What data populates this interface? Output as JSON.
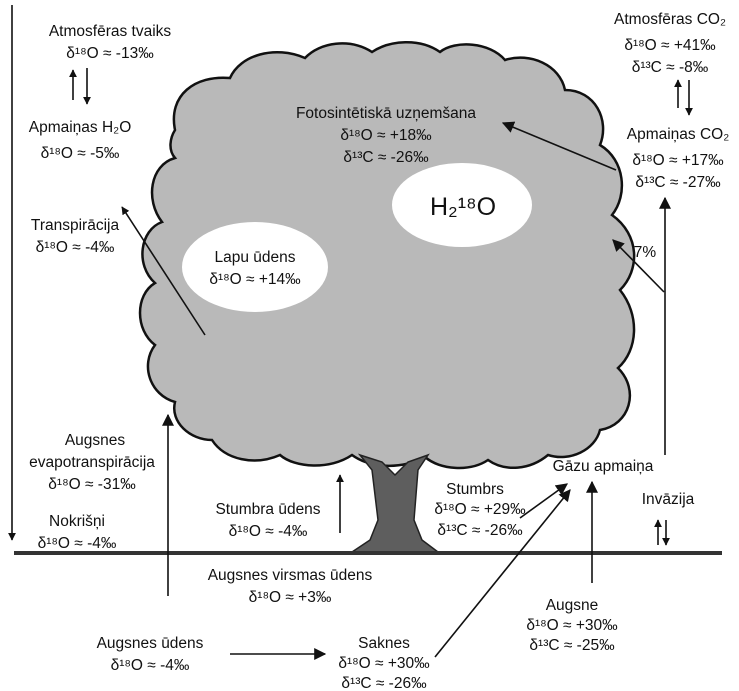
{
  "labels": {
    "atm_vapor": {
      "title": "Atmosfēras tvaiks",
      "value": "δ¹⁸O ≈ -13‰"
    },
    "h2o_exchange": {
      "title": "Apmaiņas H₂O",
      "value": "δ¹⁸O ≈ -5‰"
    },
    "transpiration": {
      "title": "Transpirācija",
      "value": "δ¹⁸O ≈ -4‰"
    },
    "soil_evapotranspiration": {
      "title_1": "Augsnes",
      "title_2": "evapotranspirācija",
      "value": "δ¹⁸O ≈ -31‰"
    },
    "precipitation": {
      "title": "Nokrišņi",
      "value": "δ¹⁸O ≈ -4‰"
    },
    "stem_water": {
      "title": "Stumbra ūdens",
      "value": "δ¹⁸O ≈ -4‰"
    },
    "soil_surface_water": {
      "title": "Augsnes virsmas ūdens",
      "value": "δ¹⁸O ≈ +3‰"
    },
    "soil_water": {
      "title": "Augsnes ūdens",
      "value": "δ¹⁸O ≈ -4‰"
    },
    "roots": {
      "title": "Saknes",
      "value_o": "δ¹⁸O ≈ +30‰",
      "value_c": "δ¹³C ≈ -26‰"
    },
    "stem": {
      "title": "Stumbrs",
      "value_o": "δ¹⁸O ≈ +29‰",
      "value_c": "δ¹³C ≈ -26‰"
    },
    "soil": {
      "title": "Augsne",
      "value_o": "δ¹⁸O ≈ +30‰",
      "value_c": "δ¹³C ≈ -25‰"
    },
    "gas_exchange": {
      "title": "Gāzu apmaiņa"
    },
    "invasion": {
      "title": "Invāzija"
    },
    "atm_co2": {
      "title": "Atmosfēras CO₂",
      "value_o": "δ¹⁸O ≈ +41‰",
      "value_c": "δ¹³C ≈ -8‰"
    },
    "co2_exchange": {
      "title": "Apmaiņas CO₂",
      "value_o": "δ¹⁸O ≈ +17‰",
      "value_c": "δ¹³C ≈ -27‰"
    },
    "photosynthesis": {
      "title": "Fotosintētiskā uzņemšana",
      "value_o": "δ¹⁸O ≈ +18‰",
      "value_c": "δ¹³C ≈ -26‰"
    },
    "leaf_water": {
      "title": "Lapu ūdens",
      "value": "δ¹⁸O ≈ +14‰"
    },
    "percent_7": "7%",
    "h2_18o": "H₂¹⁸O"
  },
  "colors": {
    "canopy": "#b9b9b9",
    "trunk": "#5e5e5e",
    "ground": "#333333",
    "arrow": "#111111",
    "background": "#ffffff"
  }
}
